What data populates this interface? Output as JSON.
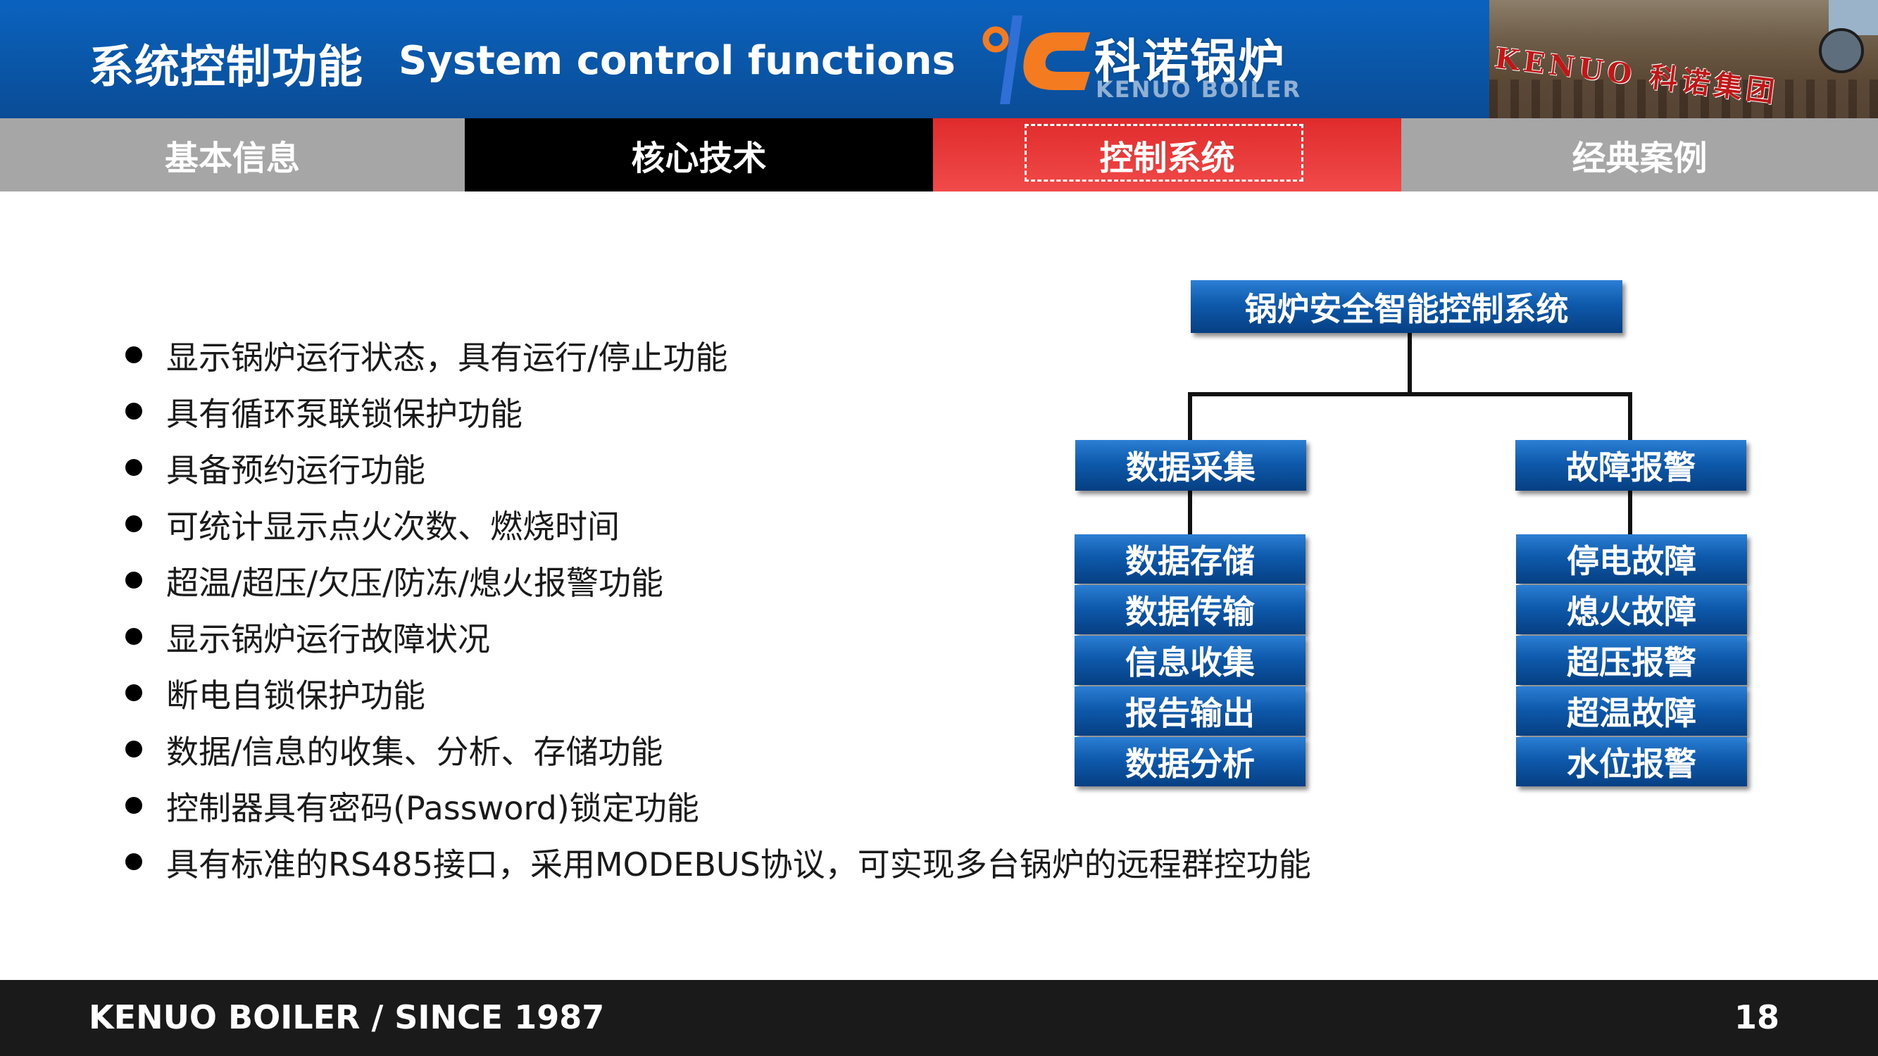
{
  "header": {
    "title_cn": "系统控制功能",
    "title_en": "System control functions",
    "logo_cn": "科诺锅炉",
    "logo_en": "KENUO BOILER",
    "photo_sign": "KENUO 科诺集团"
  },
  "tabs": [
    {
      "label": "基本信息",
      "active": false
    },
    {
      "label": "核心技术",
      "active": false
    },
    {
      "label": "控制系统",
      "active": true
    },
    {
      "label": "经典案例",
      "active": false
    }
  ],
  "bullets": [
    "显示锅炉运行状态，具有运行/停止功能",
    "具有循环泵联锁保护功能",
    "具备预约运行功能",
    "可统计显示点火次数、燃烧时间",
    "超温/超压/欠压/防冻/熄火报警功能",
    "显示锅炉运行故障状况",
    "断电自锁保护功能",
    "数据/信息的收集、分析、存储功能",
    "控制器具有密码(Password)锁定功能",
    "具有标准的RS485接口，采用MODEBUS协议，可实现多台锅炉的远程群控功能"
  ],
  "diagram": {
    "root": "锅炉安全智能控制系统",
    "left_branch": {
      "title": "数据采集",
      "items": [
        "数据存储",
        "数据传输",
        "信息收集",
        "报告输出",
        "数据分析"
      ]
    },
    "right_branch": {
      "title": "故障报警",
      "items": [
        "停电故障",
        "熄火故障",
        "超压报警",
        "超温故障",
        "水位报警"
      ]
    }
  },
  "footer": {
    "text": "KENUO BOILER / SINCE 1987",
    "page_number": "18"
  },
  "colors": {
    "header_blue": "#0a56a8",
    "tab_gray": "#a6a6a6",
    "tab_black": "#000000",
    "tab_active_red": "#e83232",
    "box_blue": "#0e5aad",
    "footer_dark": "#1a1a1a",
    "logo_orange": "#f47b20"
  }
}
